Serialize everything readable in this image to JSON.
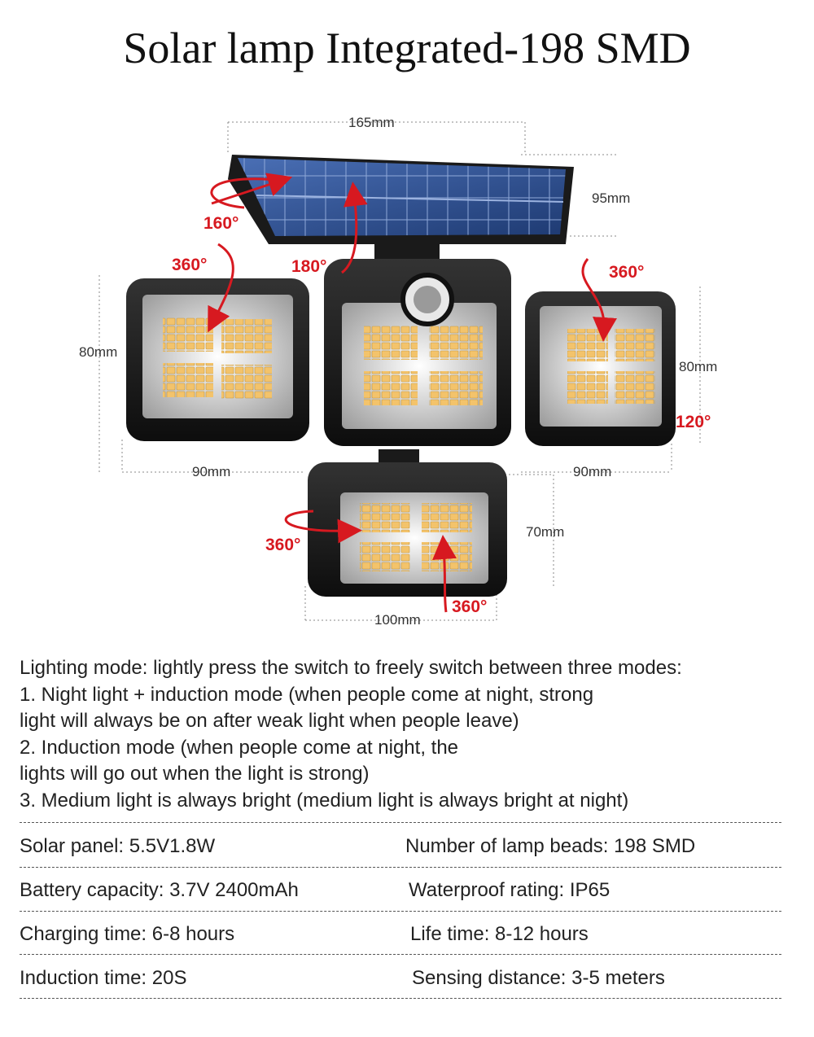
{
  "title": "Solar lamp Integrated-198 SMD",
  "dimensions": {
    "panel_width": "165mm",
    "panel_height": "95mm",
    "left_height": "80mm",
    "left_width": "90mm",
    "right_height": "80mm",
    "right_width": "90mm",
    "bottom_height": "70mm",
    "bottom_width": "100mm"
  },
  "angles": {
    "panel_rotate": "160°",
    "panel_tilt": "180°",
    "left_head": "360°",
    "right_head": "360°",
    "right_tilt": "120°",
    "bottom_rotate": "360°",
    "bottom_tilt": "360°"
  },
  "modes": [
    "Lighting mode: lightly press the switch to freely switch between three modes:",
    "1. Night light + induction mode (when people come at night, strong",
    "light will always be on after weak light when people leave)",
    "2. Induction mode (when people come at night, the",
    "lights will go out when the light is strong)",
    "3. Medium light is always bright (medium light is always bright at night)"
  ],
  "specs": [
    {
      "left": "Solar panel: 5.5V1.8W",
      "right": "Number of lamp beads: 198 SMD"
    },
    {
      "left": "Battery capacity: 3.7V 2400mAh",
      "right": "Waterproof rating: IP65"
    },
    {
      "left": "Charging time: 6-8 hours",
      "right": "Life time: 8-12 hours"
    },
    {
      "left": "Induction time: 20S",
      "right": "Sensing distance: 3-5 meters"
    }
  ],
  "colors": {
    "accent_red": "#d71920",
    "panel_blue": "#2b4f8f",
    "housing_black": "#1a1a1a",
    "led_amber": "#f3c36b"
  }
}
